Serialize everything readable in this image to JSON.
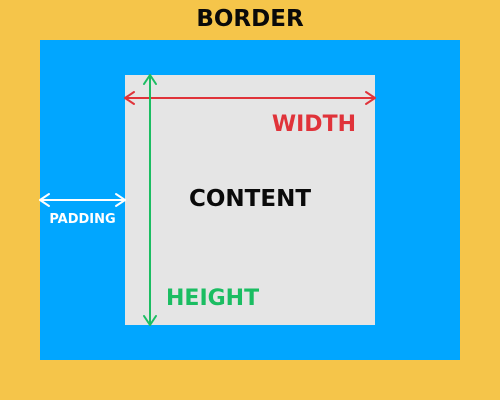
{
  "labels": {
    "border": "BORDER",
    "padding": "PADDING",
    "content": "CONTENT",
    "width": "WIDTH",
    "height": "HEIGHT"
  },
  "colors": {
    "border": "#F5C54A",
    "padding": "#01A6FF",
    "content": "#E5E5E5",
    "width_arrow": "#E0333A",
    "height_arrow": "#1BBD62",
    "padding_arrow": "#FFFFFF",
    "text": "#0A0A0A"
  }
}
